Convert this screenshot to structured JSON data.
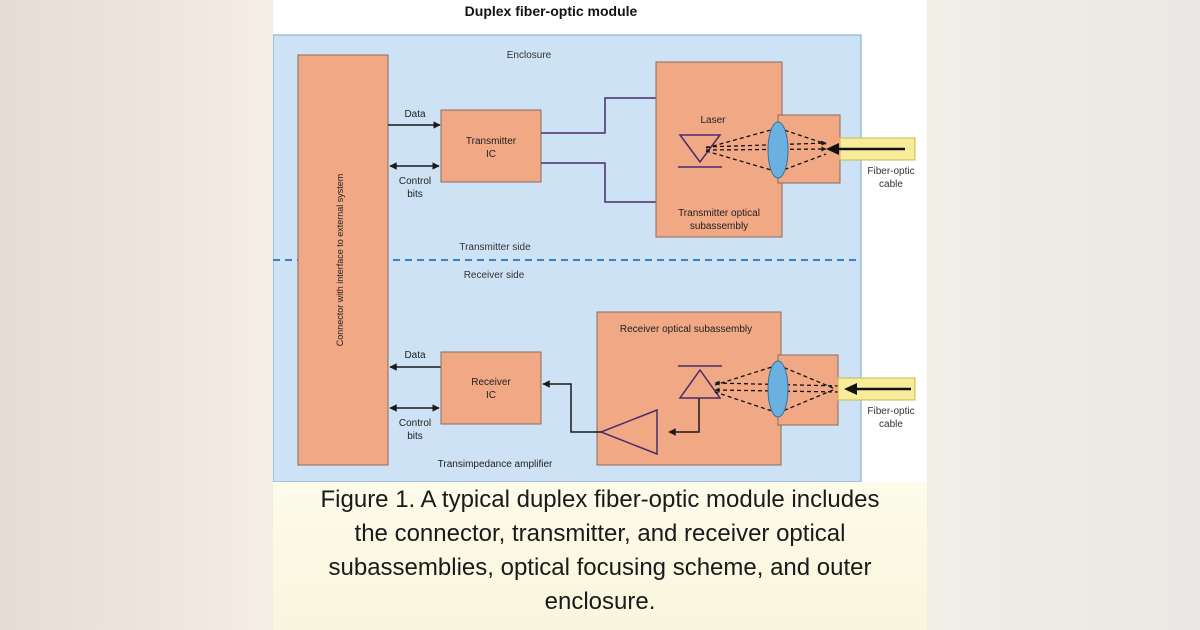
{
  "diagram": {
    "title": "Duplex fiber-optic module",
    "enclosure_label": "Enclosure",
    "connector_label": "Connector with interface to external system",
    "transmitter_side_label": "Transmitter side",
    "receiver_side_label": "Receiver side",
    "tx_data_label": "Data",
    "tx_control_label_1": "Control",
    "tx_control_label_2": "bits",
    "transmitter_ic_line1": "Transmitter",
    "transmitter_ic_line2": "IC",
    "laser_label": "Laser",
    "tosa_label_line1": "Transmitter optical",
    "tosa_label_line2": "subassembly",
    "tx_cable_label_line1": "Fiber-optic",
    "tx_cable_label_line2": "cable",
    "rx_data_label": "Data",
    "rx_control_label_1": "Control",
    "rx_control_label_2": "bits",
    "receiver_ic_line1": "Receiver",
    "receiver_ic_line2": "IC",
    "rosa_label": "Receiver optical subassembly",
    "rx_cable_label_line1": "Fiber-optic",
    "rx_cable_label_line2": "cable",
    "tia_label": "Transimpedance amplifier",
    "colors": {
      "enclosure_fill": "#cde3f5",
      "block_fill": "#f0a885",
      "block_stroke": "#8a6a5a",
      "wire": "#4a2a6a",
      "lens": "#6ab0e0",
      "cable_fill": "#f8ec9a",
      "divider": "#3d7fbf"
    }
  },
  "caption": "Figure 1. A typical duplex fiber-optic module includes\nthe connector, transmitter, and receiver optical\nsubassemblies, optical focusing scheme, and outer\nenclosure."
}
